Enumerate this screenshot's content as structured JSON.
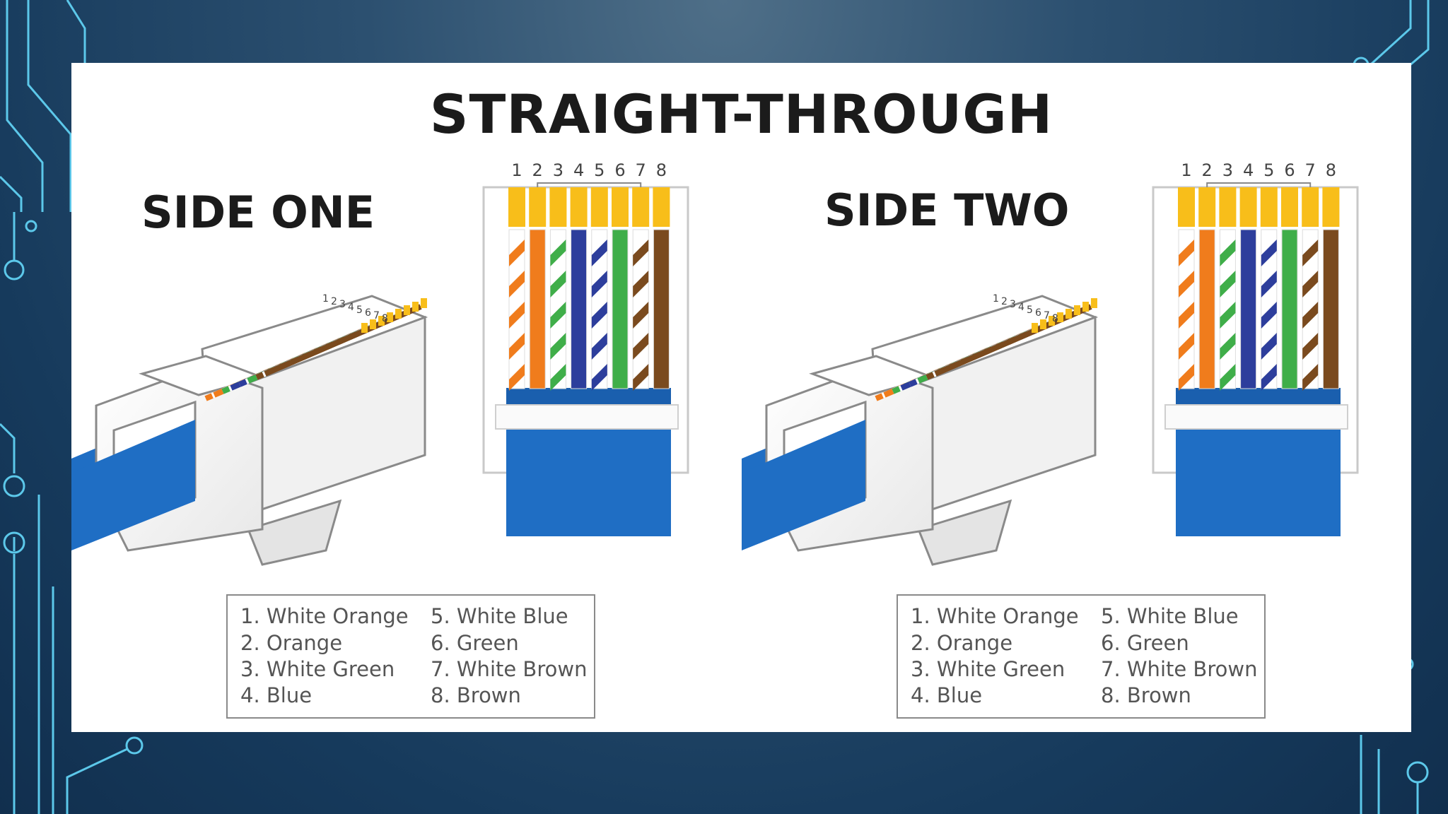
{
  "title": "STRAIGHT-THROUGH",
  "sides": [
    {
      "label": "SIDE ONE",
      "pin_numbers": [
        "1",
        "2",
        "3",
        "4",
        "5",
        "6",
        "7",
        "8"
      ],
      "legend": [
        "1. White Orange",
        "2. Orange",
        "3. White Green",
        "4. Blue",
        "5. White Blue",
        "6. Green",
        "7. White Brown",
        "8. Brown"
      ]
    },
    {
      "label": "SIDE TWO",
      "pin_numbers": [
        "1",
        "2",
        "3",
        "4",
        "5",
        "6",
        "7",
        "8"
      ],
      "legend": [
        "1. White Orange",
        "2. Orange",
        "3. White Green",
        "4. Blue",
        "5. White Blue",
        "6. Green",
        "7. White Brown",
        "8. Brown"
      ]
    }
  ],
  "wires": [
    {
      "color": "#f07c1c",
      "striped": true
    },
    {
      "color": "#f07c1c",
      "striped": false
    },
    {
      "color": "#3fae49",
      "striped": true
    },
    {
      "color": "#2d3e9c",
      "striped": false
    },
    {
      "color": "#2d3e9c",
      "striped": true
    },
    {
      "color": "#3fae49",
      "striped": false
    },
    {
      "color": "#7a4a1e",
      "striped": true
    },
    {
      "color": "#7a4a1e",
      "striped": false
    }
  ],
  "colors": {
    "cable_blue": "#1f6ec4",
    "contact_gold": "#f8be1a",
    "background": "#1b4163",
    "circuit_lines": "#5cc8ea"
  }
}
